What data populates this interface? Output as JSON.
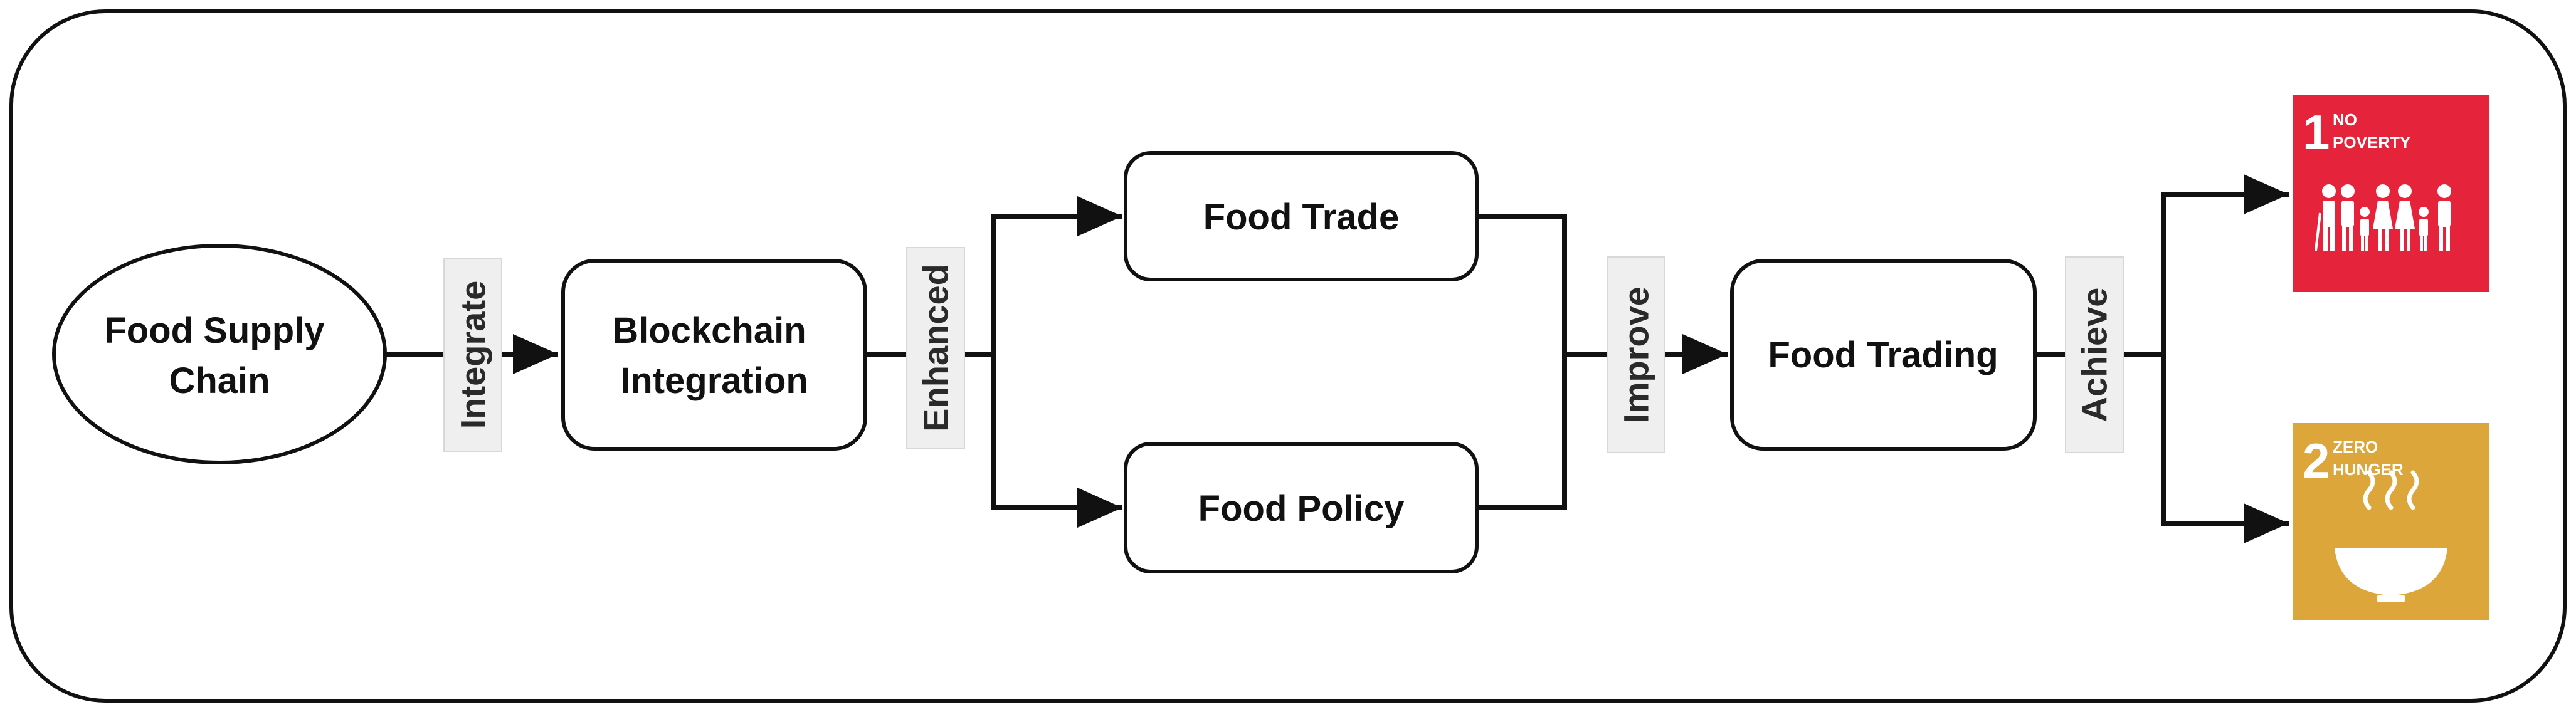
{
  "nodes": {
    "food_supply_chain": [
      "Food Supply",
      "Chain"
    ],
    "blockchain_integration": [
      "Blockchain",
      "Integration"
    ],
    "food_trade": "Food Trade",
    "food_policy": "Food Policy",
    "food_trading": "Food Trading"
  },
  "edges": {
    "integrate": "Integrate",
    "enhanced": "Enhanced",
    "improve": "Improve",
    "achieve": "Achieve"
  },
  "sdg": {
    "goal1": {
      "number": "1",
      "title_lines": [
        "NO",
        "POVERTY"
      ],
      "color": "#E5243B",
      "icon": "family-icon"
    },
    "goal2": {
      "number": "2",
      "title_lines": [
        "ZERO",
        "HUNGER"
      ],
      "color": "#DDA63A",
      "icon": "bowl-icon"
    }
  }
}
